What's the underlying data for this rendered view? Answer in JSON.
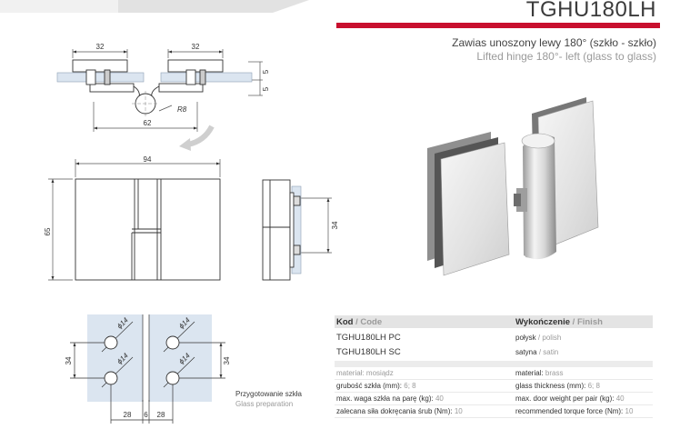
{
  "header": {
    "code": "TGHU180LH",
    "description_pl": "Zawias unoszony lewy 180° (szkło - szkło)",
    "description_en": "Lifted hinge 180°- left (glass to glass)",
    "accent_color": "#c8102e"
  },
  "drawing_top": {
    "dim_left_width": "32",
    "dim_right_width": "32",
    "dim_thickness_top": "5",
    "dim_thickness_bottom": "5",
    "dim_radius": "R8",
    "dim_total": "62"
  },
  "drawing_front": {
    "dim_width": "94",
    "dim_height": "65"
  },
  "drawing_side": {
    "dim_height": "34"
  },
  "drawing_prep": {
    "hole_1": "ϕ14",
    "hole_2": "ϕ14",
    "hole_3": "ϕ14",
    "hole_4": "ϕ14",
    "dim_left_height": "34",
    "dim_right_height": "34",
    "dim_bottom_1": "28",
    "dim_bottom_2": "6",
    "dim_bottom_3": "28",
    "caption_pl": "Przygotowanie szkła",
    "caption_en": "Glass preparation"
  },
  "spec_table": {
    "col_code_pl": "Kod",
    "col_code_en": "Code",
    "col_finish_pl": "Wykończenie",
    "col_finish_en": "Finish",
    "slash": "/",
    "variants": [
      {
        "code": "TGHU180LH PC",
        "finish_pl": "połysk",
        "finish_en": "polish"
      },
      {
        "code": "TGHU180LH SC",
        "finish_pl": "satyna",
        "finish_en": "satin"
      }
    ],
    "properties": [
      {
        "pl_label": "materiał:",
        "pl_value": "mosiądz",
        "en_label": "material:",
        "en_value": "brass"
      },
      {
        "pl_label": "grubość szkła (mm):",
        "pl_value": "6; 8",
        "en_label": "glass thickness (mm):",
        "en_value": "6; 8"
      },
      {
        "pl_label": "max. waga szkła na parę (kg):",
        "pl_value": "40",
        "en_label": "max. door weight per pair (kg):",
        "en_value": "40"
      },
      {
        "pl_label": "zalecana siła dokręcania śrub (Nm):",
        "pl_value": "10",
        "en_label": "recommended torque force (Nm):",
        "en_value": "10"
      }
    ]
  }
}
